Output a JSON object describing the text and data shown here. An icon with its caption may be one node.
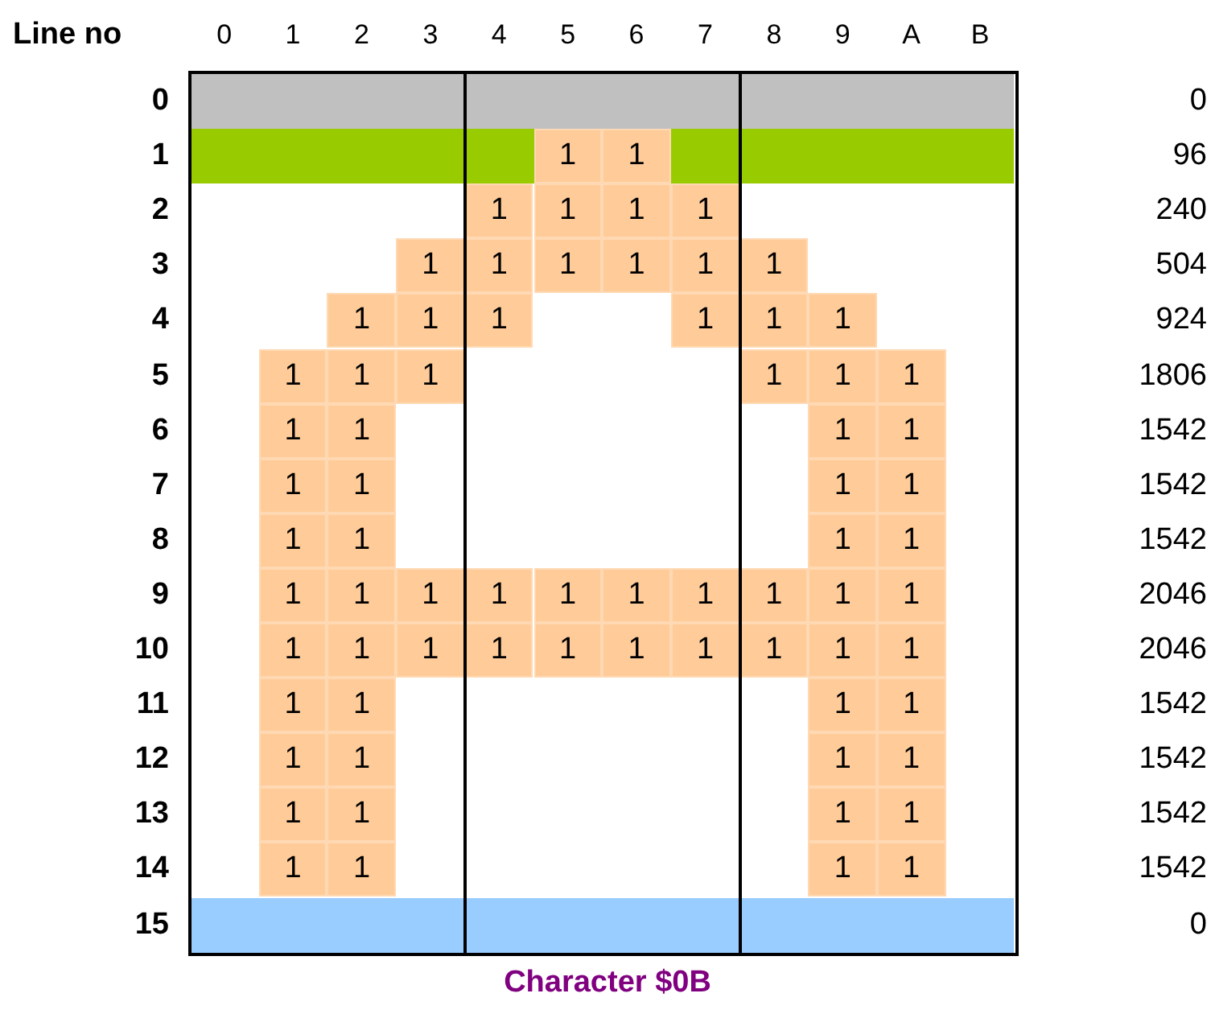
{
  "diagram": {
    "caption": "Character $0B",
    "labels": [
      "Line no",
      "0",
      "1",
      "2",
      "3",
      "4",
      "5",
      "6",
      "7",
      "8",
      "9",
      "A",
      "B",
      "0",
      "0",
      "1",
      "1",
      "1",
      "96",
      "2",
      "1",
      "1",
      "1",
      "1",
      "240",
      "3",
      "1",
      "1",
      "1",
      "1",
      "1",
      "1",
      "504",
      "4",
      "1",
      "1",
      "1",
      "1",
      "1",
      "1",
      "924",
      "5",
      "1",
      "1",
      "1",
      "1",
      "1",
      "1",
      "1806",
      "6",
      "1",
      "1",
      "1",
      "1",
      "1542",
      "7",
      "1",
      "1",
      "1",
      "1",
      "1542",
      "8",
      "1",
      "1",
      "1",
      "1",
      "1542",
      "9",
      "1",
      "1",
      "1",
      "1",
      "1",
      "1",
      "1",
      "1",
      "1",
      "1",
      "2046",
      "10",
      "1",
      "1",
      "1",
      "1",
      "1",
      "1",
      "1",
      "1",
      "1",
      "1",
      "2046",
      "11",
      "1",
      "1",
      "1",
      "1",
      "1542",
      "12",
      "1",
      "1",
      "1",
      "1",
      "1542",
      "13",
      "1",
      "1",
      "1",
      "1",
      "1542",
      "14",
      "1",
      "1",
      "1",
      "1",
      "1542",
      "15",
      "0"
    ]
  }
}
